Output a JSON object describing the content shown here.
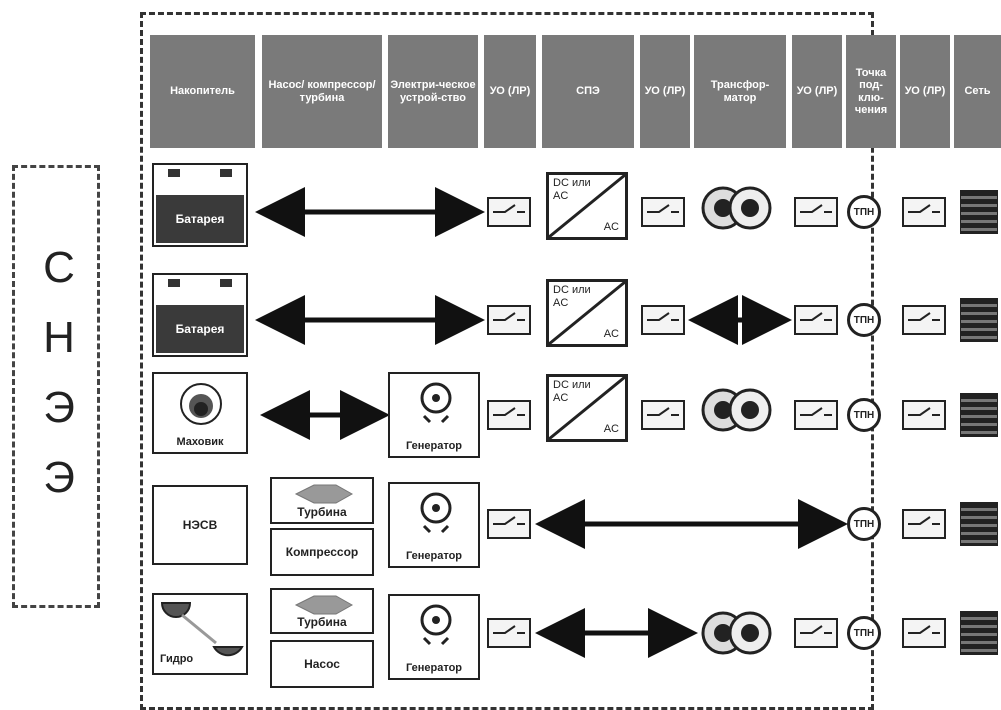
{
  "side_label": [
    "С",
    "Н",
    "Э",
    "Э"
  ],
  "headers": {
    "nakopitel": "Накопитель",
    "nasos": "Насос/ компрессор/ турбина",
    "elektr": "Электри-ческое устрой-ство",
    "uo1": "УО (ЛР)",
    "spz": "СПЭ",
    "uo2": "УО (ЛР)",
    "transf": "Трансфор-матор",
    "uo3": "УО (ЛР)",
    "tochka": "Точка под-клю-чения",
    "uo4": "УО (ЛР)",
    "set": "Сеть"
  },
  "labels": {
    "battery": "Батарея",
    "flywheel": "Маховик",
    "nesv": "НЭСВ",
    "hydro": "Гидро",
    "turbine": "Турбина",
    "compressor": "Компрессор",
    "pump": "Насос",
    "generator": "Генератор",
    "conv_top": "DC или AC",
    "conv_bottom": "AC",
    "tpn": "ТПН"
  },
  "icons": [
    "battery-icon",
    "flywheel-icon",
    "hydro-icon",
    "turbine-icon",
    "generator-icon",
    "switch-icon",
    "converter-icon",
    "transformer-icon",
    "connection-point-icon",
    "grid-icon"
  ]
}
